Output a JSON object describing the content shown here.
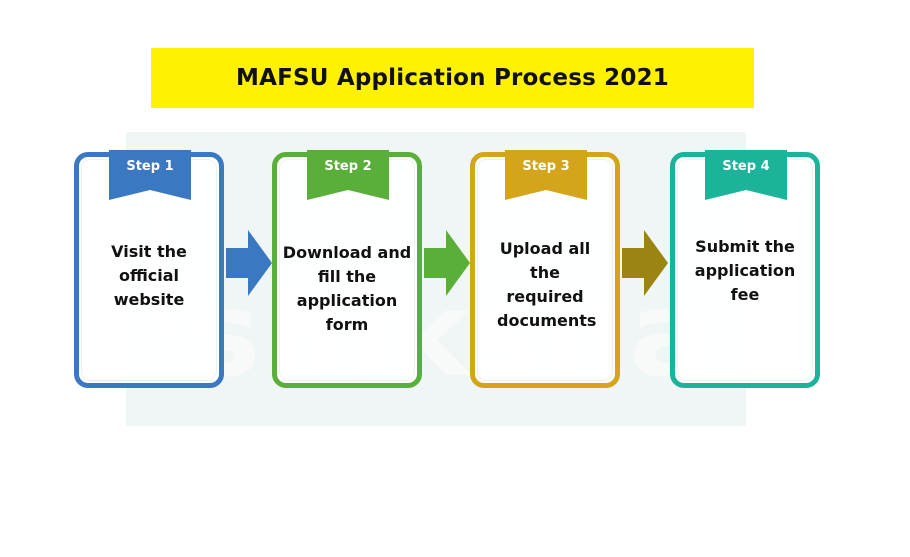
{
  "title": "MAFSU Application Process 2021",
  "watermark": "shiksha",
  "colors": {
    "title_bg": "#fff200",
    "step1": "#3a78c2",
    "step2": "#5aae3a",
    "step3": "#d4a51b",
    "step4": "#1bb39a"
  },
  "steps": [
    {
      "label": "Step 1",
      "text": "Visit the official website"
    },
    {
      "label": "Step 2",
      "text": "Download and fill the application form"
    },
    {
      "label": "Step 3",
      "text": "Upload all the required documents"
    },
    {
      "label": "Step 4",
      "text": "Submit the application fee"
    }
  ]
}
